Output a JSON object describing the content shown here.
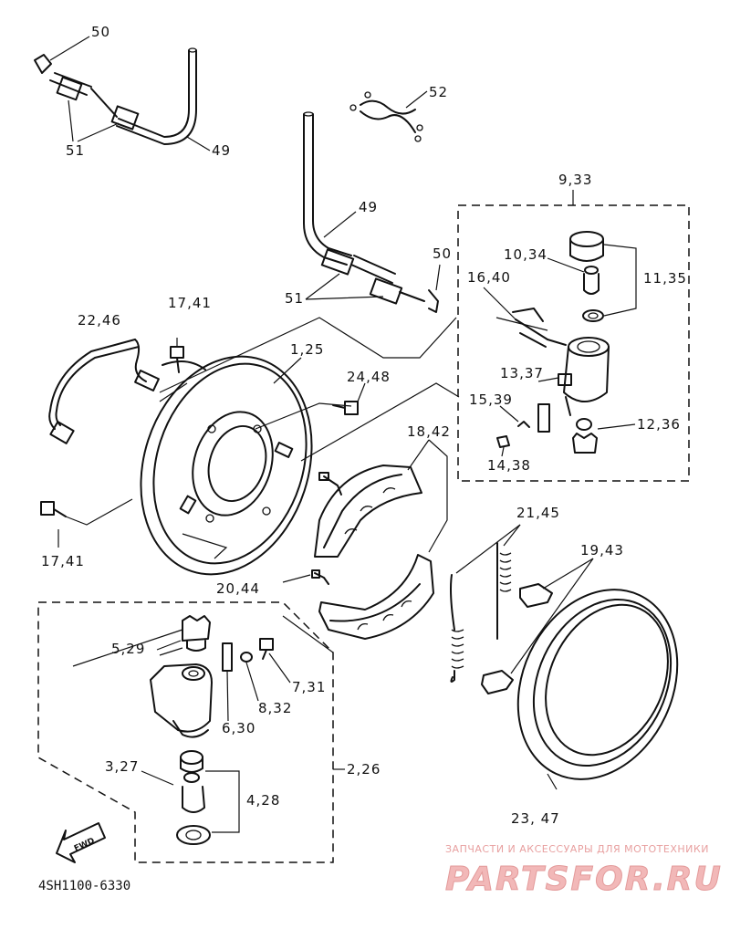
{
  "labels": {
    "l50a": "50",
    "l51a": "51",
    "l49a": "49",
    "l52": "52",
    "l933": "9,33",
    "l49b": "49",
    "l50b": "50",
    "l1034": "10,34",
    "l1640": "16,40",
    "l1135": "11,35",
    "l51b": "51",
    "l2246": "22,46",
    "l1741a": "17,41",
    "l125": "1,25",
    "l2448": "24,48",
    "l1337": "13,37",
    "l1539": "15,39",
    "l1236": "12,36",
    "l1842": "18,42",
    "l1438": "14,38",
    "l1741b": "17,41",
    "l2145": "21,45",
    "l1943": "19,43",
    "l2044": "20,44",
    "l529": "5,29",
    "l731": "7,31",
    "l832": "8,32",
    "l630": "6,30",
    "l327": "3,27",
    "l226": "2,26",
    "l428": "4,28",
    "l2347": "23, 47"
  },
  "fwd_tag": "FWD",
  "diagram_code": "4SH1100-6330",
  "watermark": {
    "tagline": "ЗАПЧАСТИ И АКСЕССУАРЫ ДЛЯ МОТОТЕХНИКИ",
    "logo": "PARTSFOR.RU"
  }
}
